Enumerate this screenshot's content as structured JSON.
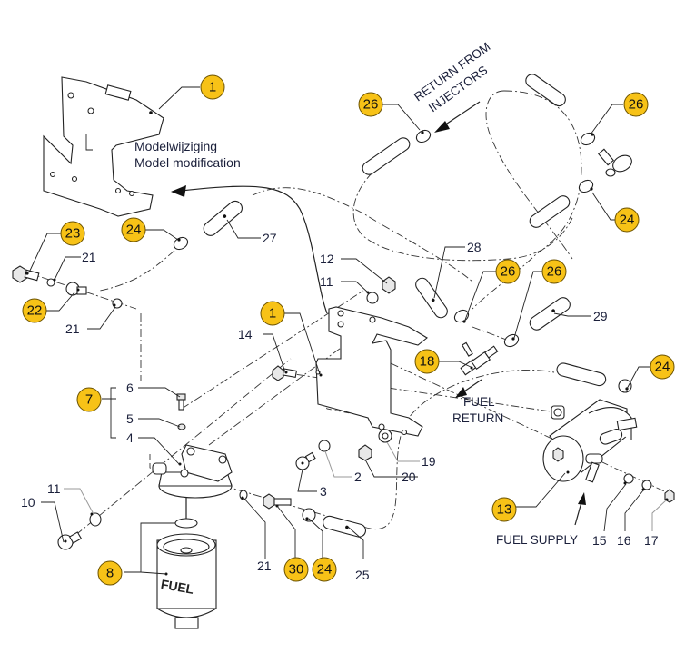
{
  "diagram": {
    "title": "Fuel filter and fuel lines exploded view",
    "colors": {
      "balloon": "#f7c217",
      "text": "#1a1f3a",
      "line": "#222222"
    },
    "annotations": {
      "model_change_nl": "Modelwijziging",
      "model_change_en": "Model modification",
      "return_from": "RETURN FROM",
      "injectors": "INJECTORS",
      "fuel": "FUEL",
      "return": "RETURN",
      "fuel_supply": "FUEL SUPPLY",
      "filter_print": "FUEL"
    },
    "balloons": [
      {
        "id": "b1a",
        "label": "1"
      },
      {
        "id": "b26a",
        "label": "26"
      },
      {
        "id": "b26b",
        "label": "26"
      },
      {
        "id": "b24a",
        "label": "24"
      },
      {
        "id": "b23",
        "label": "23"
      },
      {
        "id": "b24b",
        "label": "24"
      },
      {
        "id": "b22",
        "label": "22"
      },
      {
        "id": "b26c",
        "label": "26"
      },
      {
        "id": "b26d",
        "label": "26"
      },
      {
        "id": "b1b",
        "label": "1"
      },
      {
        "id": "b18",
        "label": "18"
      },
      {
        "id": "b24c",
        "label": "24"
      },
      {
        "id": "b7",
        "label": "7"
      },
      {
        "id": "b13",
        "label": "13"
      },
      {
        "id": "b8",
        "label": "8"
      },
      {
        "id": "b30",
        "label": "30"
      },
      {
        "id": "b24d",
        "label": "24"
      }
    ],
    "callouts": [
      {
        "id": "n27",
        "label": "27"
      },
      {
        "id": "n21a",
        "label": "21"
      },
      {
        "id": "n21b",
        "label": "21"
      },
      {
        "id": "n28",
        "label": "28"
      },
      {
        "id": "n12",
        "label": "12"
      },
      {
        "id": "n11a",
        "label": "11"
      },
      {
        "id": "n29",
        "label": "29"
      },
      {
        "id": "n14",
        "label": "14"
      },
      {
        "id": "n6",
        "label": "6"
      },
      {
        "id": "n5",
        "label": "5"
      },
      {
        "id": "n4",
        "label": "4"
      },
      {
        "id": "n19",
        "label": "19"
      },
      {
        "id": "n2",
        "label": "2"
      },
      {
        "id": "n20",
        "label": "20"
      },
      {
        "id": "n3",
        "label": "3"
      },
      {
        "id": "n11b",
        "label": "11"
      },
      {
        "id": "n10",
        "label": "10"
      },
      {
        "id": "n21c",
        "label": "21"
      },
      {
        "id": "n25",
        "label": "25"
      },
      {
        "id": "n15",
        "label": "15"
      },
      {
        "id": "n16",
        "label": "16"
      },
      {
        "id": "n17",
        "label": "17"
      }
    ]
  }
}
